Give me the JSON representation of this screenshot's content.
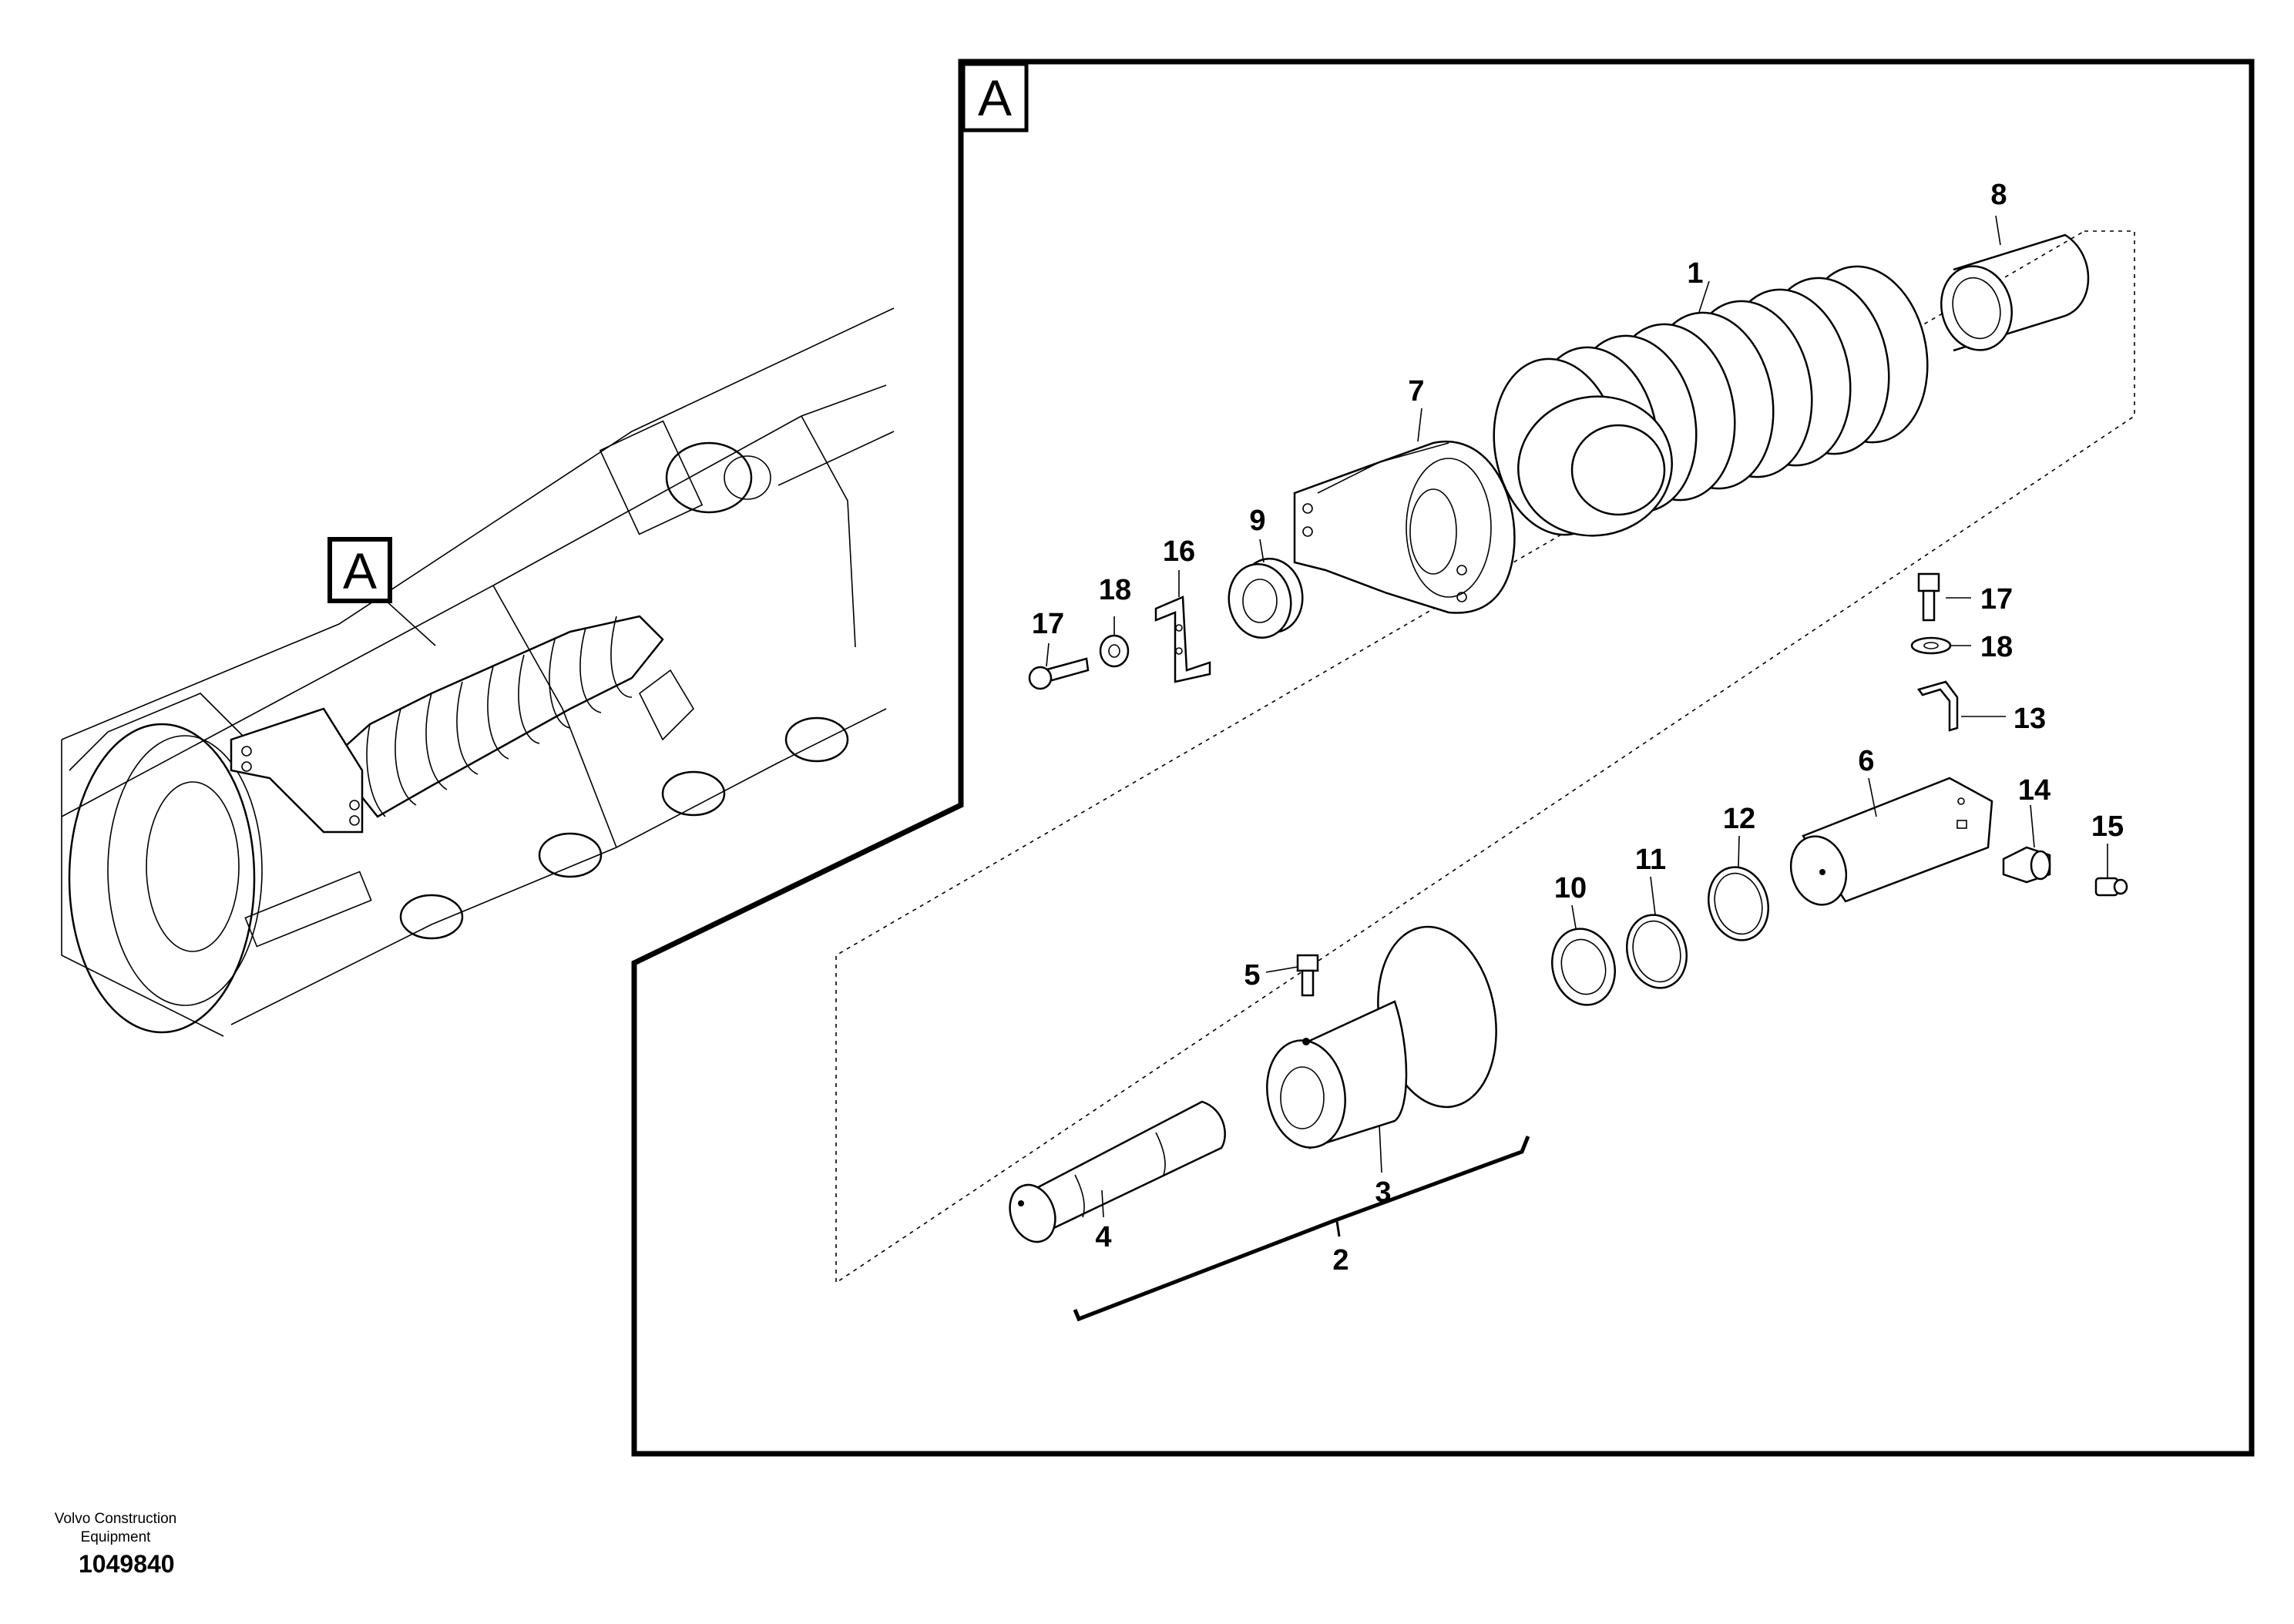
{
  "callout": {
    "letter": "A"
  },
  "parts": [
    {
      "number": "1"
    },
    {
      "number": "2"
    },
    {
      "number": "3"
    },
    {
      "number": "4"
    },
    {
      "number": "5"
    },
    {
      "number": "6"
    },
    {
      "number": "7"
    },
    {
      "number": "8"
    },
    {
      "number": "9"
    },
    {
      "number": "10"
    },
    {
      "number": "11"
    },
    {
      "number": "12"
    },
    {
      "number": "13"
    },
    {
      "number": "14"
    },
    {
      "number": "15"
    },
    {
      "number": "16"
    },
    {
      "number": "17"
    },
    {
      "number": "18"
    },
    {
      "number": "17"
    },
    {
      "number": "18"
    }
  ],
  "footer": {
    "brand_line1": "Volvo Construction",
    "brand_line2": "Equipment",
    "illustration_number": "1049840"
  },
  "colors": {
    "ink": "#000000",
    "paper": "#ffffff"
  }
}
